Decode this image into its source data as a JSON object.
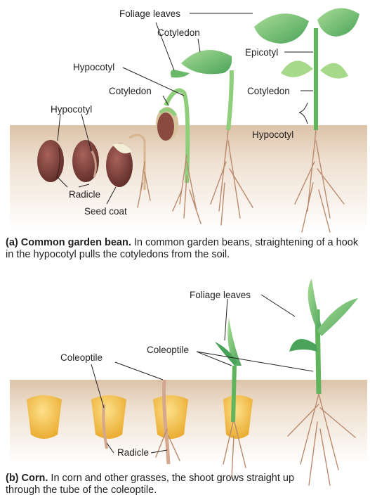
{
  "panel_a": {
    "labels": {
      "foliage_leaves": "Foliage leaves",
      "cotyledon_top": "Cotyledon",
      "epicotyl": "Epicotyl",
      "hypocotyl_mid": "Hypocotyl",
      "cotyledon_mid": "Cotyledon",
      "cotyledon_right": "Cotyledon",
      "hypocotyl_left": "Hypocotyl",
      "hypocotyl_right": "Hypocotyl",
      "radicle": "Radicle",
      "seed_coat": "Seed coat"
    },
    "caption_lead": "(a) Common garden bean.",
    "caption_text": " In common garden beans, straightening of a hook in the hypocotyl pulls the cotyledons from the soil."
  },
  "panel_b": {
    "labels": {
      "foliage_leaves": "Foliage leaves",
      "coleoptile_left": "Coleoptile",
      "coleoptile_right": "Coleoptile",
      "radicle": "Radicle"
    },
    "caption_lead": "(b) Corn.",
    "caption_text": " In corn and other grasses, the shoot grows straight up through the tube of the coleoptile."
  },
  "colors": {
    "soil": "#e6d3bf",
    "bean_seed": "#7b3f3a",
    "leaf": "#7cc47a",
    "corn_kernel": "#f2c24f",
    "root": "#b98a6e"
  }
}
